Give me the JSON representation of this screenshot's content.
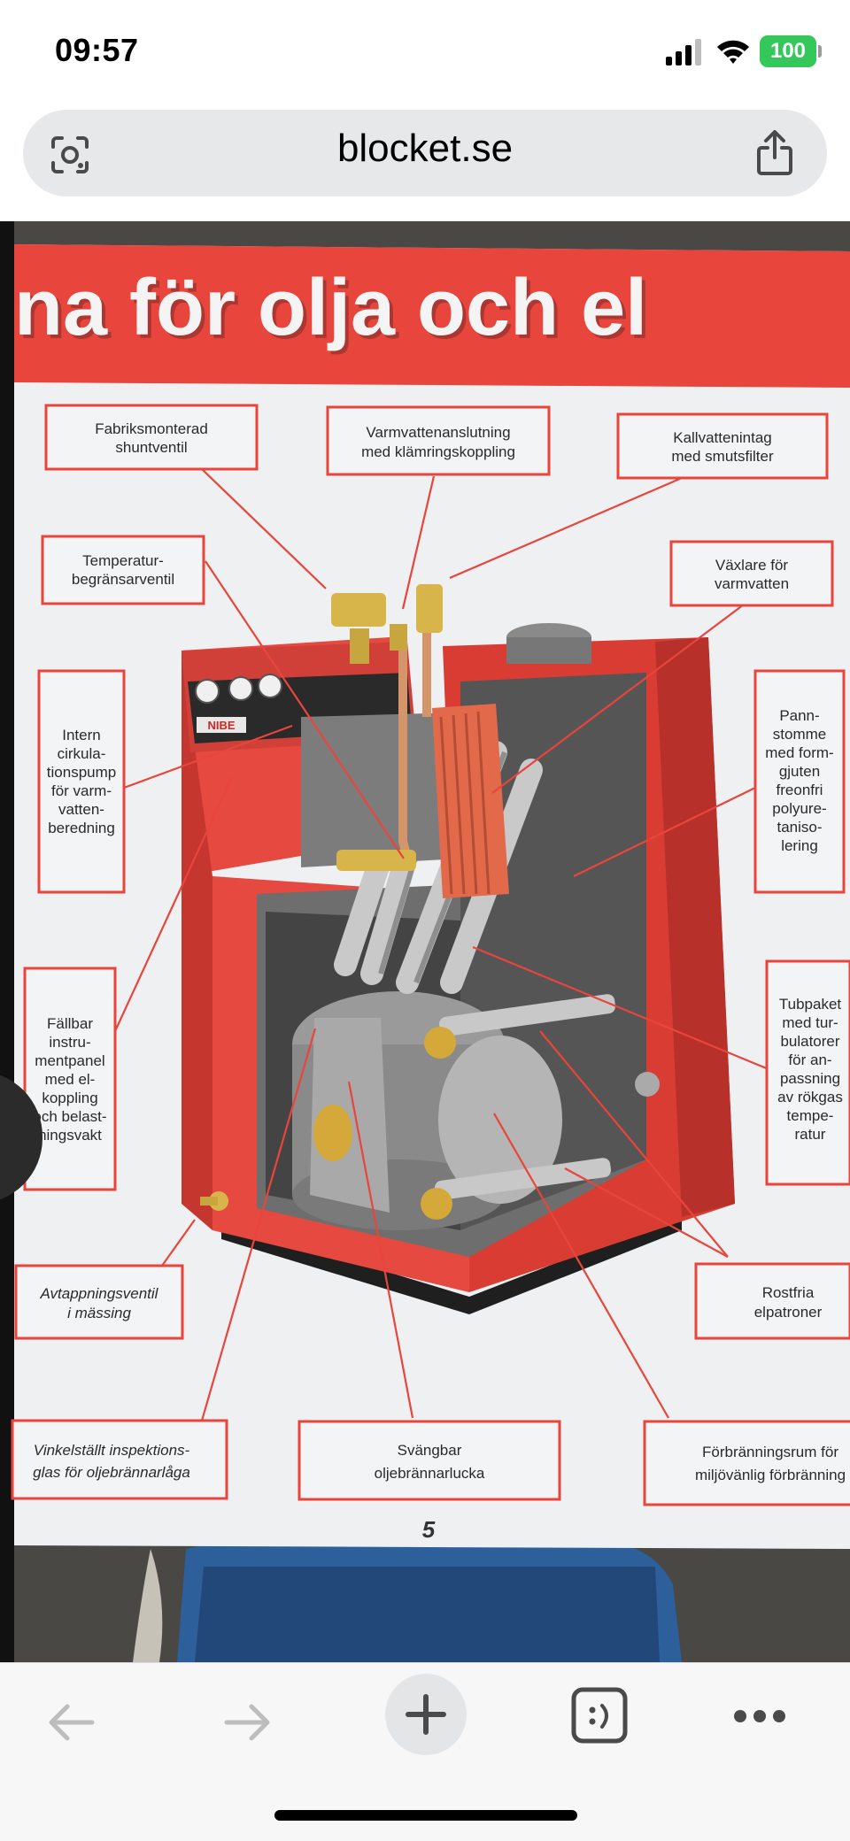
{
  "status_bar": {
    "time": "09:57",
    "battery": "100"
  },
  "browser": {
    "url": "blocket.se"
  },
  "poster": {
    "title": "na för olja och el",
    "page_number": "5",
    "labels": {
      "fabriks": [
        "Fabriksmonterad",
        "shuntventil"
      ],
      "varmvatten": [
        "Varmvattenanslutning",
        "med klämringskoppling"
      ],
      "kallvatten": [
        "Kallvattenintag",
        "med smutsfilter"
      ],
      "temperatur": [
        "Temperatur-",
        "begränsarventil"
      ],
      "vaxlare": [
        "Växlare för",
        "varmvatten"
      ],
      "intern": [
        "Intern",
        "cirkula-",
        "tionspump",
        "för varm-",
        "vatten-",
        "beredning"
      ],
      "pann": [
        "Pann-",
        "stomme",
        "med form-",
        "gjuten",
        "freonfri",
        "polyure-",
        "taniso-",
        "lering"
      ],
      "fallbar": [
        "Fällbar",
        "instru-",
        "mentpanel",
        "med el-",
        "koppling",
        "och belast-",
        "ningsvakt"
      ],
      "tubpaket": [
        "Tubpaket",
        "med tur-",
        "bulatorer",
        "för an-",
        "passning",
        "av rökgas",
        "tempe-",
        "ratur"
      ],
      "avtappning": [
        "Avtappningsventil",
        "i mässing"
      ],
      "rostfria": [
        "Rostfria",
        "elpatroner"
      ],
      "vinkel": [
        "Vinkelställt inspektions-",
        "glas för oljebrännarlåga"
      ],
      "svangbar": [
        "Svängbar",
        "oljebrännarlucka"
      ],
      "forbranning": [
        "Förbränningsrum för",
        "miljövänlig förbränning"
      ]
    },
    "panel_brand": "NIBE"
  },
  "colors": {
    "poster_red": "#e8453c",
    "paper": "#eef0f2",
    "battery_green": "#34c759"
  }
}
